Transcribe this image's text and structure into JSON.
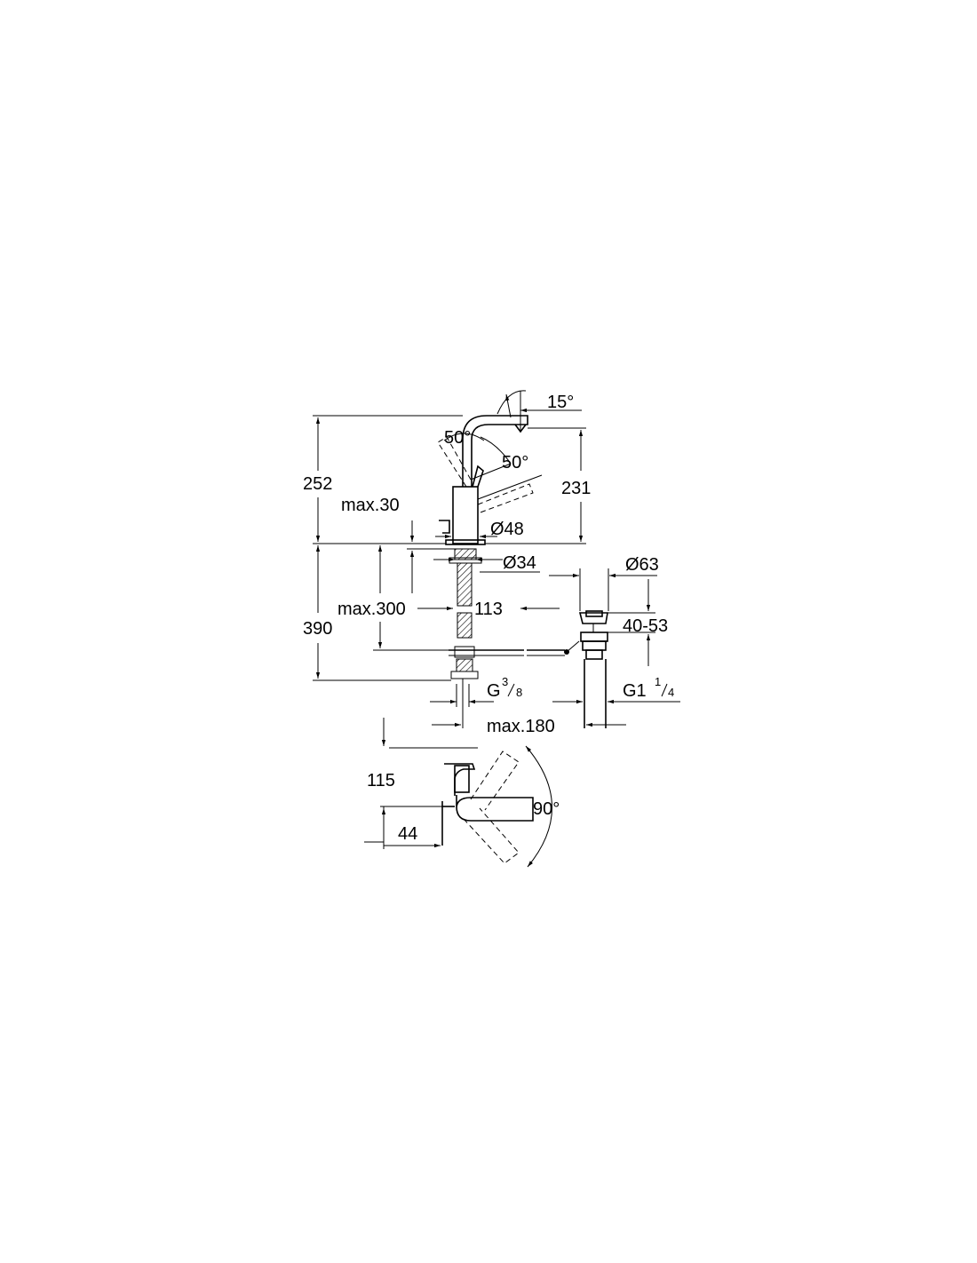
{
  "dimensions": {
    "angle_15": "15°",
    "angle_50_left": "50°",
    "angle_50_right": "50°",
    "height_252": "252",
    "height_231": "231",
    "max_30": "max.30",
    "dia_48": "Ø48",
    "dia_34": "Ø34",
    "dia_63": "Ø63",
    "max_300": "max.300",
    "depth_113": "113",
    "height_390": "390",
    "range_40_53": "40-53",
    "thread_g": "G",
    "thread_g_num": "3",
    "thread_g_den": "8",
    "thread_g1": "G1",
    "thread_g1_num": "1",
    "thread_g1_den": "4",
    "max_180": "max.180",
    "dim_115": "115",
    "dim_44": "44",
    "angle_90": "90°"
  }
}
